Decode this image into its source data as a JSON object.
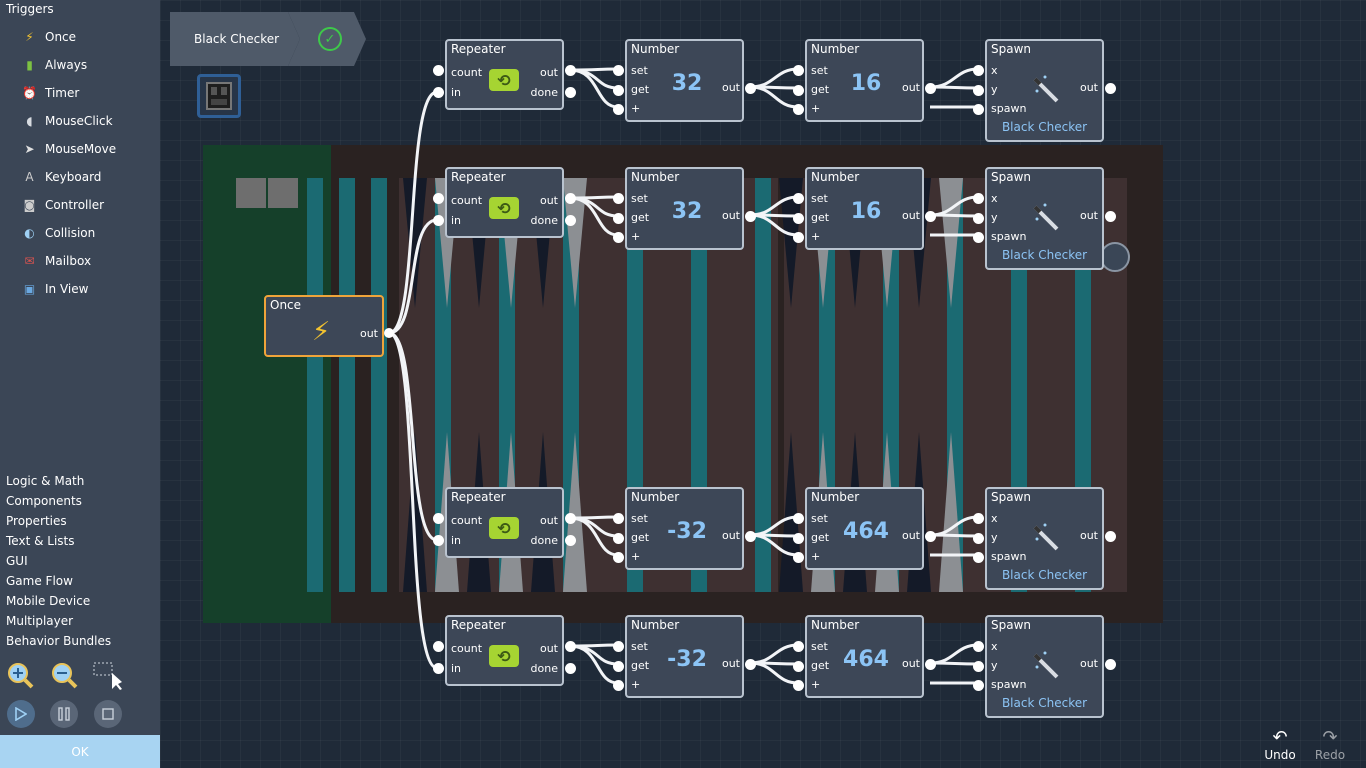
{
  "sidebar": {
    "heading": "Triggers",
    "triggers": [
      {
        "label": "Once",
        "icon": "lightning-icon"
      },
      {
        "label": "Always",
        "icon": "battery-icon"
      },
      {
        "label": "Timer",
        "icon": "alarm-clock-icon"
      },
      {
        "label": "MouseClick",
        "icon": "mouse-icon"
      },
      {
        "label": "MouseMove",
        "icon": "cursor-icon"
      },
      {
        "label": "Keyboard",
        "icon": "key-icon"
      },
      {
        "label": "Controller",
        "icon": "gamepad-icon"
      },
      {
        "label": "Collision",
        "icon": "collision-icon"
      },
      {
        "label": "Mailbox",
        "icon": "mailbox-icon"
      },
      {
        "label": "In View",
        "icon": "view-icon"
      }
    ],
    "categories": [
      "Logic & Math",
      "Components",
      "Properties",
      "Text & Lists",
      "GUI",
      "Game Flow",
      "Mobile Device",
      "Multiplayer",
      "Behavior Bundles"
    ],
    "ok_label": "OK"
  },
  "breadcrumb": {
    "title": "Black Checker"
  },
  "nodes": {
    "once": {
      "title": "Once",
      "out": "out"
    },
    "repeater": {
      "title": "Repeater",
      "count": "count",
      "in": "in",
      "out": "out",
      "done": "done"
    },
    "number": {
      "title": "Number",
      "set": "set",
      "get": "get",
      "plus": "+",
      "out": "out"
    },
    "spawn": {
      "title": "Spawn",
      "x": "x",
      "y": "y",
      "spawn": "spawn",
      "out": "out",
      "target": "Black Checker"
    }
  },
  "rows": [
    {
      "n1": "32",
      "n2": "16"
    },
    {
      "n1": "32",
      "n2": "16"
    },
    {
      "n1": "-32",
      "n2": "464"
    },
    {
      "n1": "-32",
      "n2": "464"
    }
  ],
  "history": {
    "undo": "Undo",
    "redo": "Redo"
  },
  "colors": {
    "accent_ok": "#a8d4f2",
    "once_border": "#f0a43a",
    "value_text": "#8cc4f5",
    "repeater_icon": "#a6d432",
    "check": "#3ec94a"
  }
}
